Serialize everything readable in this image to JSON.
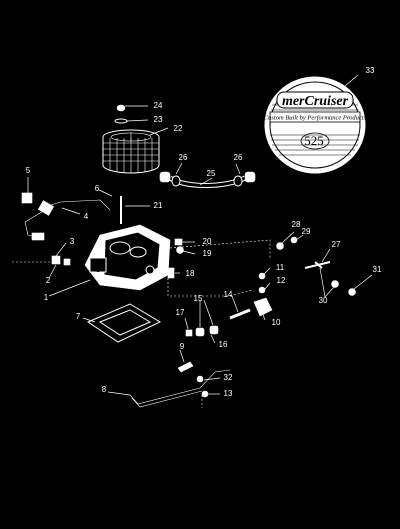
{
  "decal": {
    "brand": "merCruiser",
    "tagline": "Custom Built by Performance Products",
    "model": "525"
  },
  "callouts": [
    "1",
    "2",
    "3",
    "4",
    "5",
    "6",
    "7",
    "8",
    "9",
    "10",
    "11",
    "12",
    "13",
    "14",
    "15",
    "16",
    "17",
    "18",
    "19",
    "20",
    "21",
    "22",
    "23",
    "24",
    "25",
    "26",
    "27",
    "28",
    "29",
    "30",
    "31",
    "32",
    "33"
  ],
  "colors": {
    "background": "#000000",
    "lines": "#ffffff"
  }
}
